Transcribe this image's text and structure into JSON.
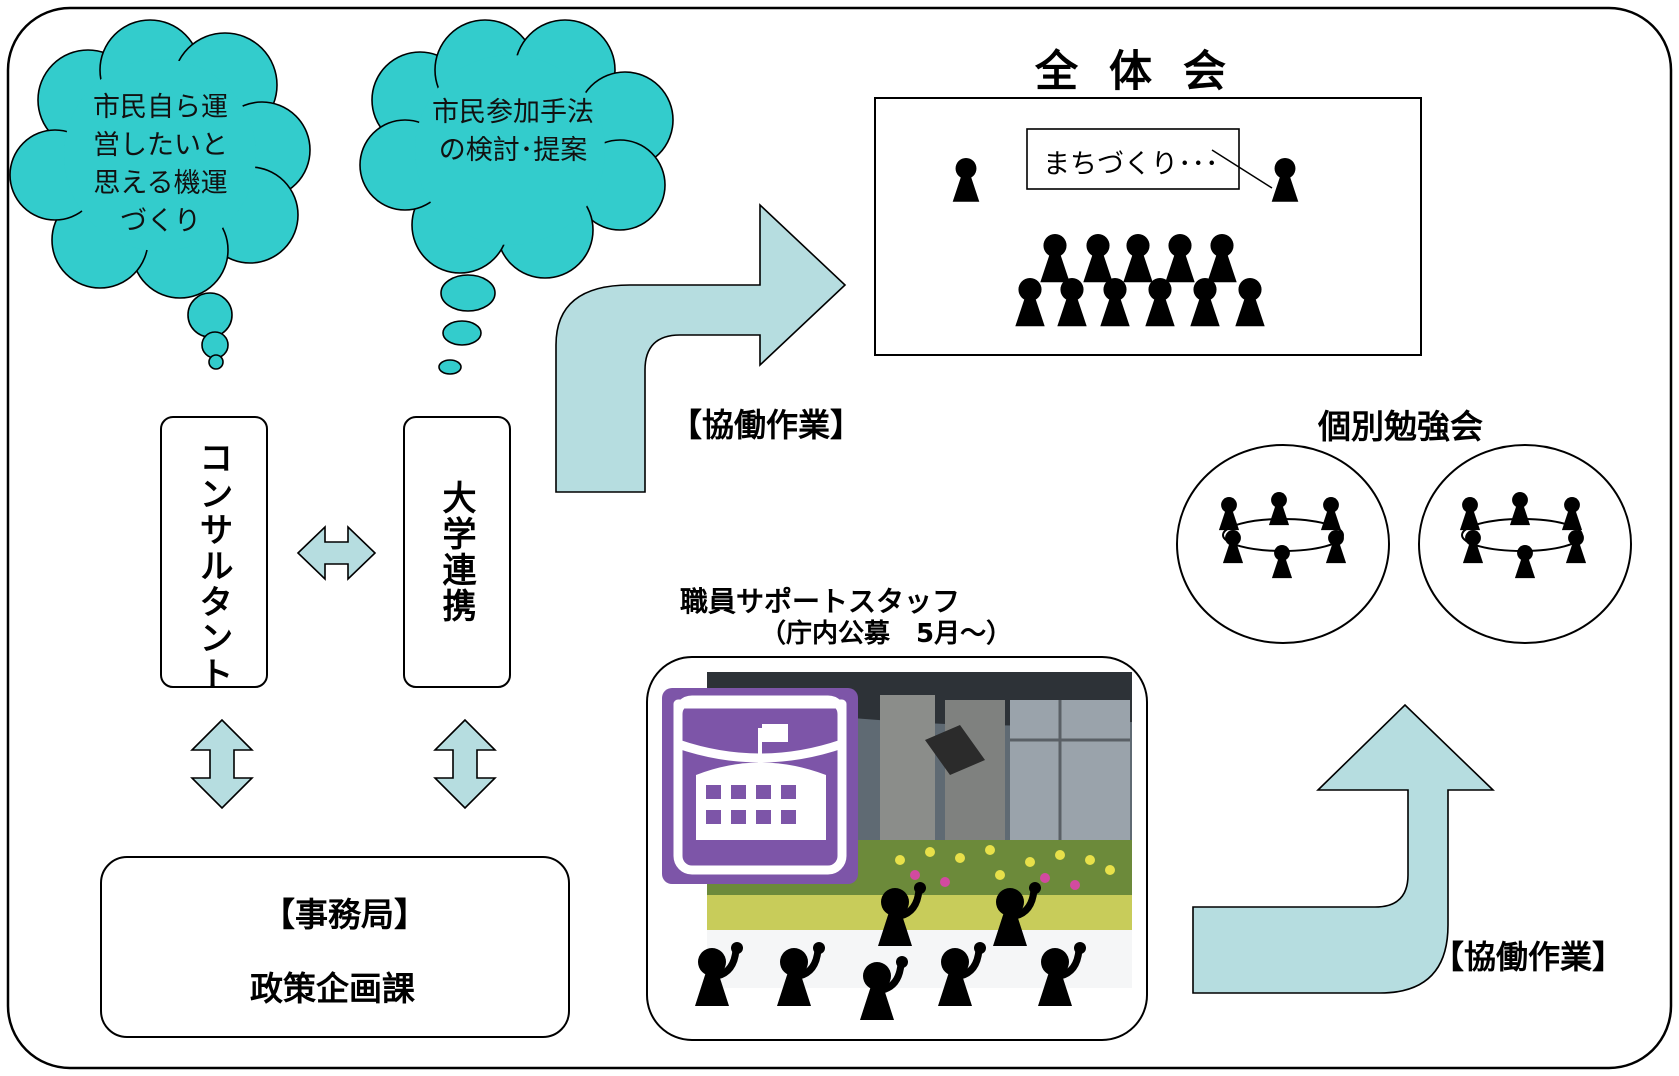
{
  "clouds": {
    "left": "市民自ら運\n営したいと\n思える機運\nづくり",
    "right": "市民参加手法\nの検討･提案"
  },
  "labels": {
    "consultant": "コンサルタント",
    "university": "大学連携",
    "secretariat": "【事務局】",
    "policy_division": "政策企画課",
    "plenary": "全 体 会",
    "speech": "まちづくり･･･",
    "collab_top": "【協働作業】",
    "collab_bottom": "【協働作業】",
    "study_groups": "個別勉強会",
    "staff_title": "職員サポートスタッフ",
    "staff_sub": "（庁内公募　5月～）"
  },
  "colors": {
    "cloud": "#33cccc",
    "arrow": "#b6dde0",
    "icon_purple": "#7d55a8"
  }
}
